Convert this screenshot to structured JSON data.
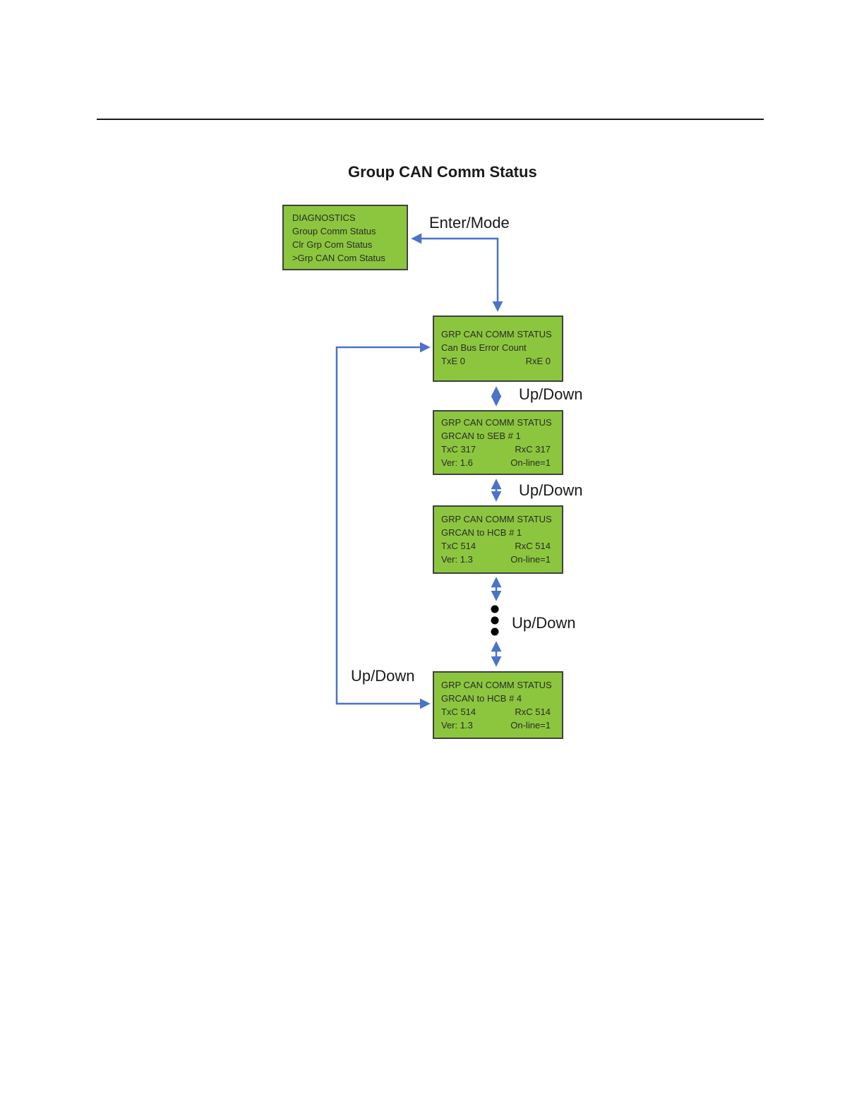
{
  "page": {
    "title": "Group CAN Comm Status"
  },
  "labels": {
    "enter_mode": "Enter/Mode",
    "up_down_1": "Up/Down",
    "up_down_2": "Up/Down",
    "up_down_3": "Up/Down",
    "up_down_4": "Up/Down"
  },
  "colors": {
    "box_fill": "#8cc63e",
    "box_border": "#404040",
    "arrow": "#4a73c9",
    "dot": "#000000",
    "text": "#2b2b2b",
    "label_text": "#1a1a1a"
  },
  "screens": {
    "diagnostics": {
      "lines": [
        "DIAGNOSTICS",
        "Group Comm Status",
        "Clr Grp Com Status",
        ">Grp CAN Com Status"
      ]
    },
    "error_count": {
      "line1": "GRP CAN COMM STATUS",
      "line2": "Can Bus Error Count",
      "row1": {
        "left": "TxE 0",
        "right": "RxE 0"
      }
    },
    "seb1": {
      "line1": "GRP CAN COMM STATUS",
      "line2": "GRCAN to SEB # 1",
      "row1": {
        "left": "TxC 317",
        "right": "RxC 317"
      },
      "row2": {
        "left": "Ver: 1.6",
        "right": "On-line=1"
      }
    },
    "hcb1": {
      "line1": "GRP CAN COMM STATUS",
      "line2": "GRCAN to HCB # 1",
      "row1": {
        "left": "TxC 514",
        "right": "RxC 514"
      },
      "row2": {
        "left": "Ver: 1.3",
        "right": "On-line=1"
      }
    },
    "hcb4": {
      "line1": "GRP CAN COMM STATUS",
      "line2": "GRCAN to HCB # 4",
      "row1": {
        "left": "TxC 514",
        "right": "RxC 514"
      },
      "row2": {
        "left": "Ver: 1.3",
        "right": "On-line=1"
      }
    }
  }
}
